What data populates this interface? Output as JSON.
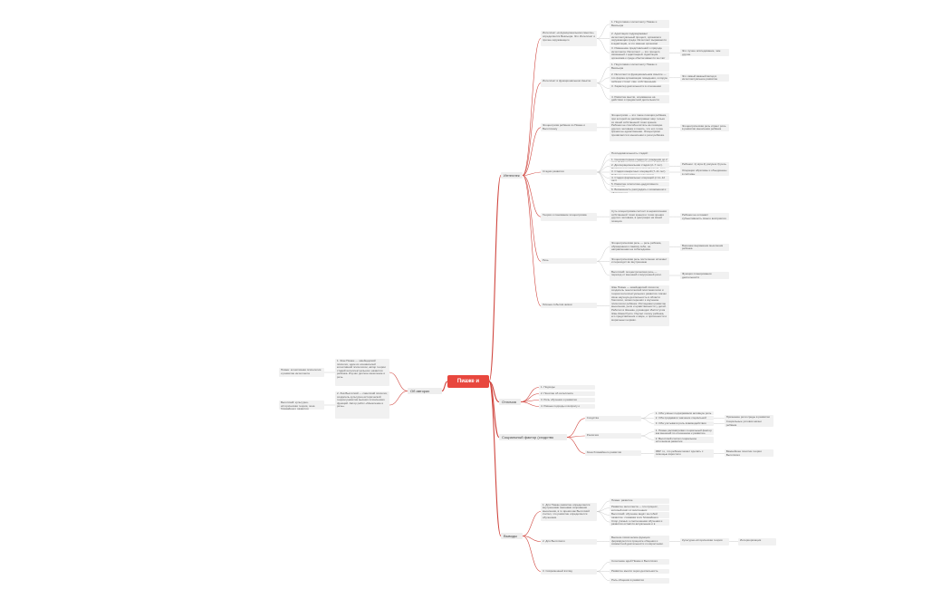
{
  "colors": {
    "central": "#e8473e",
    "line_main": "#d0463f",
    "line_branch": "#c9c9c9",
    "node_bg": "#f1f1f1"
  },
  "central": "Пиаже и Выготс",
  "branches": [
    {
      "id": "b1",
      "label": "Интеллект",
      "children": [
        {
          "id": "b1c1",
          "label": "Интеллект «в функциональном смысле» определяется Вексьера. Это Интеллект и прочее окружающего",
          "children": [
            {
              "id": "b1c1a",
              "label": "1. Подготовка к интеллекту Пиаже и Вексьера"
            },
            {
              "id": "b1c1b",
              "label": "2. Адаптация подразумевает интеллектуальный процесс, организм и окружающая среда. Интеллект выражается в адаптации, а что именно организм извлекает из окружающей"
            },
            {
              "id": "b1c1c",
              "label": "3. Изменение представлений о природе интеллекта. Интеллект — это процесс, связанный с адаптацией. Адаптация организма к среде обеспечивается за счёт ассимиляции и аккомодации, т. е. процессов уравновешивания",
              "tail": "Это лучше исследование, чем другие"
            }
          ]
        },
        {
          "id": "b1c2",
          "label": "Интеллект в функциональном смысле",
          "children": [
            {
              "id": "b1c2a",
              "label": "1. Подготовка к интеллекту Пиаже и Вексьера"
            },
            {
              "id": "b1c2b",
              "label": "2. Интеллект в функциональном смысле — это форма организации поведения, которую ребёнок строит сам, собственными действиями, в ходе взаимодействия со средой и согласования структур",
              "tail": "Это самый важный вклад в интеллектуальное развитие ребёнка"
            },
            {
              "id": "b1c2c",
              "label": "3. Характер деятельности в отношении"
            },
            {
              "id": "b1c2d",
              "label": "4. Развитие мысли, основанное на действии и предметной деятельности"
            }
          ]
        },
        {
          "id": "b1c3",
          "label": "Эгоцентризм ребёнка по Пиаже и Выготскому",
          "children": [
            {
              "id": "b1c3a",
              "label": "Эгоцентризм — это такое позиция ребёнка, при которой он рассматривает мир только со своей собственной точки зрения. Ребёнок не способен встать на позицию другого человека и понять, что его точка зрения не единственная. Эгоцентризм проявляется в мышлении и речи ребёнка.",
              "tail": "Эгоцентрическая речь играет роль в развитии мышления ребёнка"
            }
          ]
        },
        {
          "id": "b1c4",
          "label": "Стадии развития",
          "children": [
            {
              "id": "b1c4a",
              "label": "Последовательность стадий:"
            },
            {
              "id": "b1c4b",
              "label": "1. Сенсомоторная стадия (от рождения до 2 лет). Ребёнок познаёт мир через действия с предметами и через органы чувств. Формируется постоянство объекта."
            },
            {
              "id": "b1c4c",
              "label": "2. Дооперациональная стадия (2–7 лет). Развивается символическая функция, речь, воображение. Мышление эгоцентрично, ребёнок не владеет понятием сохранения количества.",
              "tail": "Ребёнок: 1) игра 2) рисунок 3) речь"
            },
            {
              "id": "b1c4d",
              "label": "3. Стадия конкретных операций (7–11 лет). Ребёнок овладевает логическими операциями на конкретном материале, понимает сохранение, классификацию.",
              "tail": "Операции обратимы и объединены в системы"
            },
            {
              "id": "b1c4e",
              "label": "4. Стадия формальных операций (с 11–12 лет)"
            },
            {
              "id": "b1c4f",
              "label": "5. Развитие гипотетико-дедуктивного мышления"
            },
            {
              "id": "b1c4g",
              "label": "6. Возможность рассуждать о возможном и абстрактном"
            }
          ]
        },
        {
          "id": "b1c5",
          "label": "Теория и понимание эгоцентризма",
          "children": [
            {
              "id": "b1c5a",
              "label": "Суть эгоцентризма состоит в неразличении собственной точки зрения и точки зрения другого человека, в центрации на своей позиции.",
              "tail": "Ребёнок не осознаёт субъективность своего восприятия мира"
            }
          ]
        },
        {
          "id": "b1c6",
          "label": "Речь",
          "children": [
            {
              "id": "b1c6a",
              "label": "Эгоцентрическая речь — речь ребёнка, обращённая к самому себе, не направленная на собеседника.",
              "tail": "Внешнее выражение мышления ребёнка"
            },
            {
              "id": "b1c6b",
              "label": "Эгоцентрическая речь постепенно исчезает и переходит во внутреннюю",
              "tail": ""
            },
            {
              "id": "b1c6c",
              "label": "Выготский: эгоцентрическая речь — переход от внешней к внутренней речи.",
              "tail": "Функция планирования деятельности"
            }
          ]
        },
        {
          "id": "b1c7",
          "label": "Личные события жизни",
          "children": [
            {
              "id": "b1c7a",
              "label": "Жан Пиаже — швейцарский психолог, создатель генетической эпистемологии и теории интеллектуального развития. Начал свою научную деятельность в области биологии, затем перешёл к изучению психологии ребёнка. Исследовал развитие мышления, речи и нравственности у детей. Работал в Женеве, руководил Институтом Жан-Жака Руссо. Изучал логику ребёнка, его представления о мире, о причинности и моральных нормах."
            }
          ]
        }
      ]
    },
    {
      "id": "b2",
      "label": "Отличия",
      "children": [
        {
          "id": "b2c1",
          "label": "1. Подходы"
        },
        {
          "id": "b2c2",
          "label": "2. Понятие об интеллекте"
        },
        {
          "id": "b2c3",
          "label": "3. Роль обучения и развития"
        },
        {
          "id": "b2c4",
          "label": "4. Разные подходы к вопросу о соотношении обучения и развития. Пиаже считал, что развитие идёт впереди обучения, Выготский — что обучение ведёт за собой развитие."
        }
      ]
    },
    {
      "id": "b3",
      "label": "Социальный фактор (сходство мнени)",
      "children": [
        {
          "id": "b3c1",
          "label": "Сходства",
          "children": [
            {
              "id": "b3c1a",
              "label": "1. Оба учёных подчёркивали активную роль ребёнка в развитии"
            },
            {
              "id": "b3c1b",
              "label": "2. Оба придавали значение социальной среде",
              "tail": "Признание роли среды в развитии"
            },
            {
              "id": "b3c1c",
              "label": "3. Оба учитывали роль взаимодействия ребёнка со взрослыми",
              "tail": "Социальные условия жизни ребёнка"
            }
          ]
        },
        {
          "id": "b3c2",
          "label": "Различия",
          "children": [
            {
              "id": "b3c2a",
              "label": "1. Пиаже рассматривал социальный фактор как внешний по отношению к развитию"
            },
            {
              "id": "b3c2b",
              "label": "2. Выготский считал социальное источником развития"
            }
          ]
        },
        {
          "id": "b3c3",
          "label": "Зона ближайшего развития",
          "children": [
            {
              "id": "b3c3a",
              "label": "ЗБР: то, что ребёнок может сделать с помощью взрослого",
              "tail": "Важнейшее понятие теории Выготского"
            }
          ]
        }
      ]
    },
    {
      "id": "b4",
      "label": "Выводы",
      "children": [
        {
          "id": "b4c1",
          "label": "1. Для Пиаже развитие определяется внутренними законами созревания мышления, в то время как Выготский считал, что развитие определяется обучением.",
          "children": [
            {
              "id": "b4c1a",
              "label": "Пиаже: развитие"
            },
            {
              "id": "b4c1b",
              "label": "Развитие интеллекта — это процесс, который идёт от внутренних закономерностей, а обучение лишь использует достигнутый уровень развития."
            },
            {
              "id": "b4c1c",
              "label": "Выготский: обучение ведёт за собой развитие, создавая зону ближайшего развития и опережая актуальный уровень."
            },
            {
              "id": "b4c1d",
              "label": "Спор учёных о соотношении обучения и развития остаётся актуальным и в современной психологии."
            }
          ]
        },
        {
          "id": "b4c2",
          "label": "2. Для Выготского",
          "children": [
            {
              "id": "b4c2a",
              "label": "Высшие психические функции формируются в процессе общения и совместной деятельности со взрослыми.",
              "tail": "Культурно-историческая теория",
              "tail2": "Интериоризация"
            }
          ]
        },
        {
          "id": "b4c3",
          "label": "3. Современный взгляд",
          "children": [
            {
              "id": "b4c3a",
              "label": "Сочетание идей Пиаже и Выготского"
            },
            {
              "id": "b4c3b",
              "label": "Развитие мысли через деятельность"
            },
            {
              "id": "b4c3c",
              "label": "Роль общения в развитии"
            }
          ]
        }
      ]
    }
  ],
  "left_branch": {
    "id": "b5",
    "label": "Об авторах книги",
    "children": [
      {
        "id": "b5c1",
        "label": "1. Жан Пиаже — швейцарский психолог, один из основателей когнитивной психологии, автор теории стадий интеллектуального развития ребёнка. Изучал детское мышление и речь.",
        "tail": "Пиаже: когнитивная психология и развитие интеллекта"
      },
      {
        "id": "b5c2",
        "label": "2. Лев Выготский — советский психолог, создатель культурно-исторической теории развития высших психических функций. Автор работ «Мышление и речь».",
        "tail": "Выготский: культурно-историческая теория, зона ближайшего развития"
      }
    ]
  }
}
